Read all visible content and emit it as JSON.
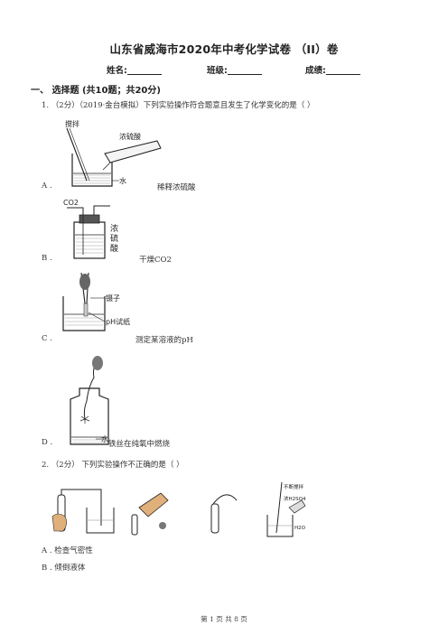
{
  "header": {
    "title": "山东省威海市2020年中考化学试卷 （II）卷",
    "name_label": "姓名:",
    "class_label": "班级:",
    "score_label": "成绩:"
  },
  "section1": {
    "heading": "一、 选择题 (共10题；共20分)"
  },
  "q1": {
    "stem": "1.  （2分）（2019·金台模拟）下列实验操作符合题意且发生了化学变化的是（     ）",
    "options": [
      {
        "letter": "A .",
        "caption": "稀释浓硫酸",
        "labels": [
          "搅拌",
          "浓硫酸",
          "水"
        ]
      },
      {
        "letter": "B .",
        "caption": "干燥CO2",
        "labels": [
          "CO2",
          "浓",
          "硫",
          "酸"
        ]
      },
      {
        "letter": "C .",
        "caption": "测定某溶液的pH",
        "labels": [
          "镊子",
          "pH试纸"
        ]
      },
      {
        "letter": "D .",
        "caption": "铁丝在纯氧中燃烧",
        "labels": [
          "水"
        ]
      }
    ]
  },
  "q2": {
    "stem": "2.  （2分）  下列实验操作不正确的是（     ）",
    "figure_labels": [
      "不断搅拌",
      "浓H2SO4",
      "H2O"
    ],
    "options": [
      {
        "letter": "A .",
        "text": "检查气密性"
      },
      {
        "letter": "B .",
        "text": "倾倒液体"
      }
    ]
  },
  "footer": {
    "page": "第  1  页  共  8  页"
  }
}
